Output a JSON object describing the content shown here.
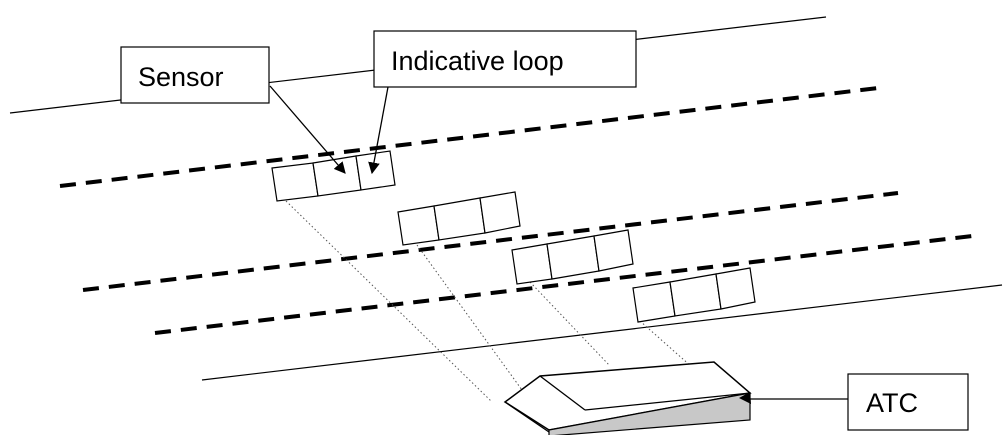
{
  "labels": {
    "sensor": "Sensor",
    "indicative_loop": "Indicative loop",
    "atc": "ATC"
  }
}
